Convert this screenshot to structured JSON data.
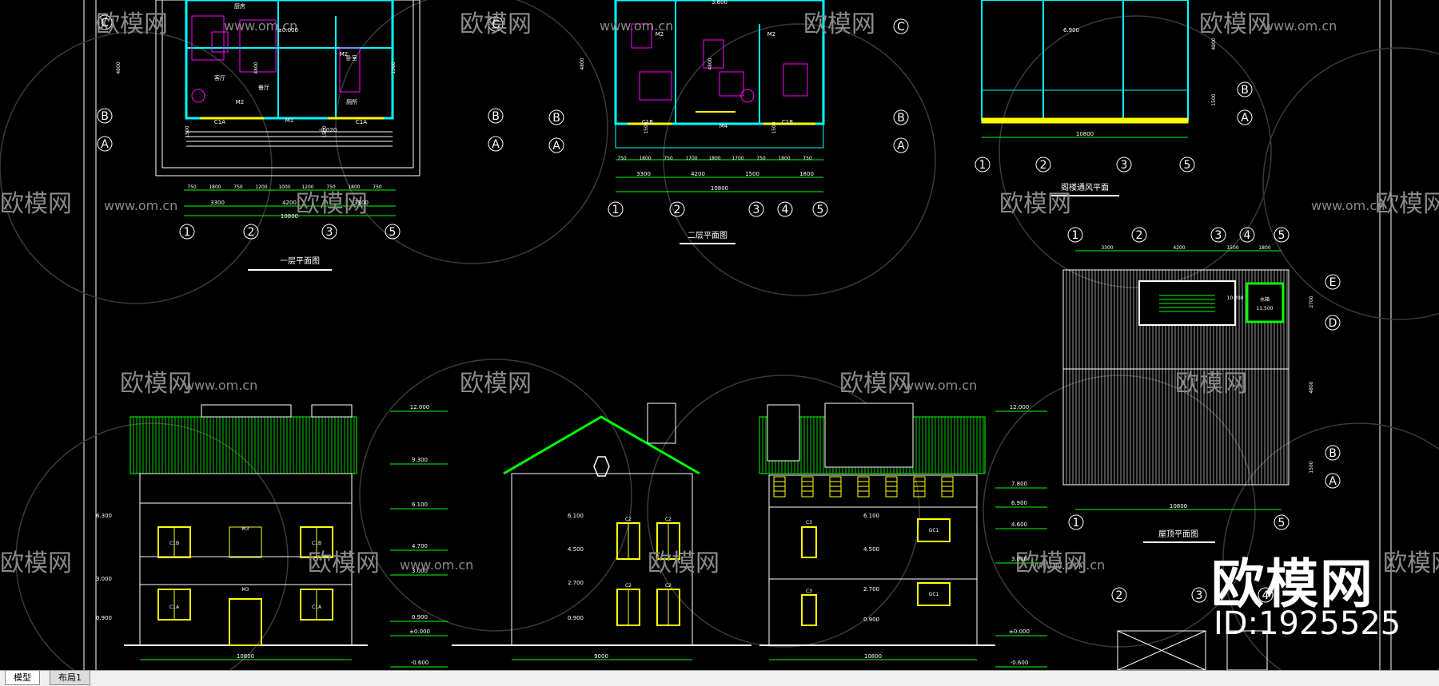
{
  "tabs": {
    "model": "模型",
    "layout": "布局1"
  },
  "watermark": {
    "brand": "欧模网",
    "id": "ID:1925525",
    "url": "www.om.cn"
  },
  "titles": {
    "plan1": "一层平面图",
    "plan2": "二层平面图",
    "plan_attic": "阁楼通风平面",
    "plan_roof": "屋顶平面图"
  },
  "axis_numbers": [
    "1",
    "2",
    "3",
    "4",
    "5"
  ],
  "axis_letters": [
    "A",
    "B",
    "C",
    "D",
    "E"
  ],
  "plan1": {
    "rooms": [
      "客厅",
      "餐厅",
      "卧室",
      "厨房",
      "厕所"
    ],
    "elevation": "±0.000",
    "entrance_elevation": "-0.020",
    "doors": [
      "M1",
      "M2",
      "M2"
    ],
    "windows": [
      "C1A",
      "C1A"
    ],
    "dims_row1": [
      "750",
      "1800",
      "750",
      "1200",
      "1000",
      "1200",
      "750",
      "1800",
      "750"
    ],
    "dims_row2": [
      "3300",
      "4200",
      "3300"
    ],
    "dims_total": "10800",
    "dims_side": [
      "4800",
      "1500",
      "4800",
      "1500",
      "1500"
    ]
  },
  "plan2": {
    "elevation": "3.600",
    "doors": [
      "M2",
      "M4",
      "M2"
    ],
    "windows": [
      "C1B",
      "C1B"
    ],
    "dims_row1": [
      "750",
      "1800",
      "750",
      "1700",
      "1800",
      "1700",
      "750",
      "1800",
      "750"
    ],
    "dims_row2": [
      "3300",
      "4200",
      "1500",
      "1800"
    ],
    "dims_total": "10800",
    "dims_side": [
      "4800",
      "1500",
      "4800",
      "1500"
    ]
  },
  "attic": {
    "elevation": "6.900",
    "dims_total": "10800",
    "dims_side": [
      "4800",
      "1500"
    ]
  },
  "roof": {
    "dims_top": [
      "3300",
      "4200",
      "1500",
      "1800"
    ],
    "dims_total": "10800",
    "dims_side": [
      "2700",
      "4800",
      "1500"
    ],
    "labels": [
      "10.200",
      "11.500",
      "水箱"
    ]
  },
  "elevations": {
    "front_levels": [
      "12.000",
      "9.300",
      "6.100",
      "4.700",
      "3.000",
      "0.900",
      "±0.000",
      "-0.600"
    ],
    "front_labels": [
      "6.300",
      "3.000",
      "0.900"
    ],
    "front_windows": [
      "C1B",
      "M3",
      "C1B",
      "C1A",
      "M3",
      "C1A"
    ],
    "front_dims": "10800",
    "side_levels": [
      "6.100",
      "4.500",
      "2.700",
      "0.900"
    ],
    "side_windows": [
      "C2",
      "C2",
      "C2",
      "C2"
    ],
    "side_dims": "9000",
    "rear_levels": [
      "12.000",
      "7.800",
      "6.900",
      "4.600",
      "3.000",
      "±0.000",
      "-0.600"
    ],
    "rear_labels": [
      "6.100",
      "4.500",
      "2.700",
      "0.900"
    ],
    "rear_windows": [
      "C3",
      "GC1",
      "C3",
      "GC1"
    ],
    "rear_dims": "10800"
  },
  "colors": {
    "background": "#000000",
    "wall": "#00ffff",
    "dimension": "#00ff00",
    "furniture": "#ff00ff",
    "window": "#ffff00",
    "text": "#ffffff",
    "watermark": "#8a8a8a"
  }
}
